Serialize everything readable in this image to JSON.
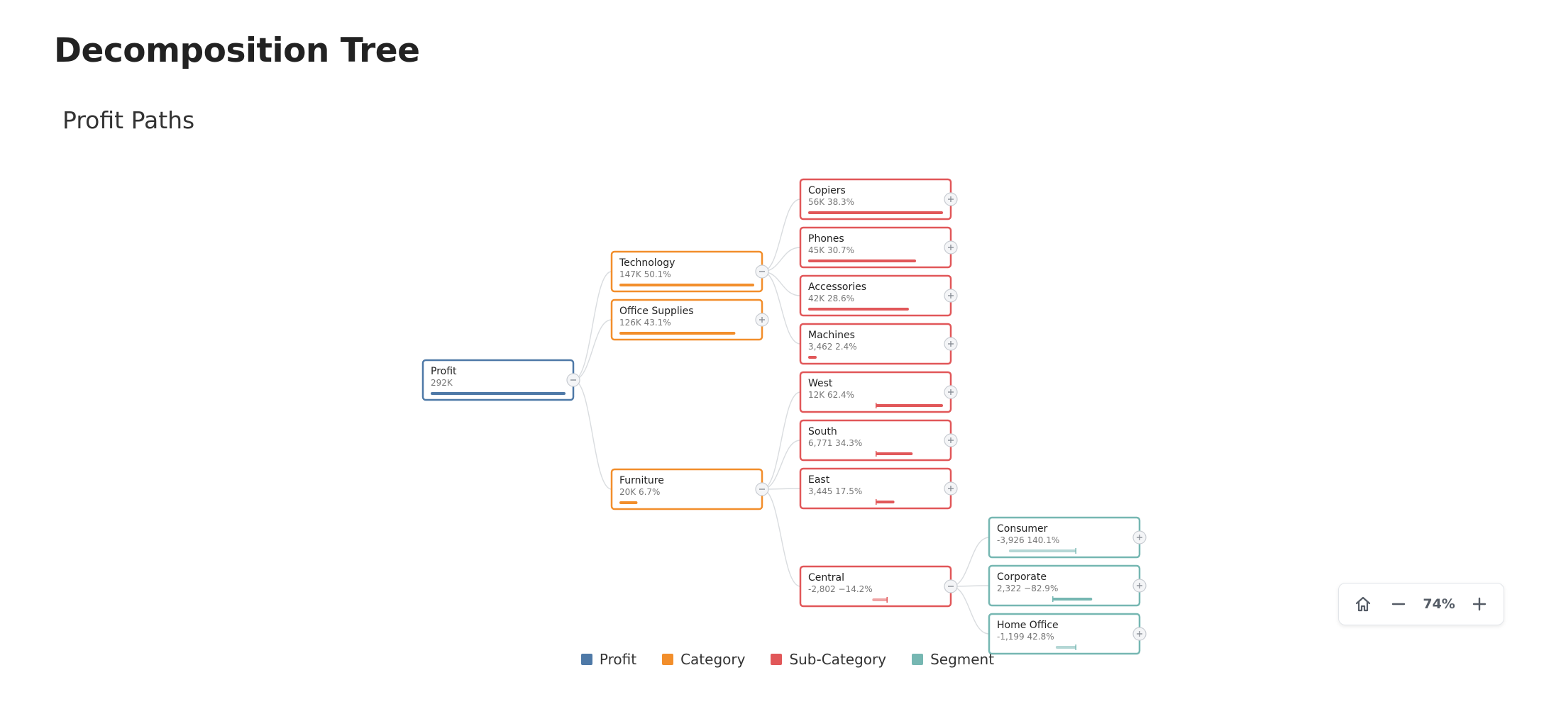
{
  "header": {
    "title": "Decomposition Tree",
    "subtitle": "Profit Paths"
  },
  "legend": [
    {
      "label": "Profit",
      "color": "#4e79a7"
    },
    {
      "label": "Category",
      "color": "#f28e2b"
    },
    {
      "label": "Sub-Category",
      "color": "#e15759"
    },
    {
      "label": "Segment",
      "color": "#76b7b2"
    }
  ],
  "zoom": {
    "level": "74%",
    "home_icon": "home-icon",
    "minus_icon": "minus-icon",
    "plus_icon": "plus-icon"
  },
  "tree": {
    "nodes": [
      {
        "id": "profit",
        "label": "Profit",
        "value": "292K",
        "level": "Profit",
        "fraction": 1.0,
        "align": "left",
        "toggle": "expanded",
        "parent": null
      },
      {
        "id": "technology",
        "label": "Technology",
        "value": "147K 50.1%",
        "level": "Category",
        "fraction": 1.0,
        "align": "left",
        "toggle": "expanded",
        "parent": "profit"
      },
      {
        "id": "office_supplies",
        "label": "Office Supplies",
        "value": "126K 43.1%",
        "level": "Category",
        "fraction": 0.86,
        "align": "left",
        "toggle": "collapsed",
        "parent": "profit"
      },
      {
        "id": "furniture",
        "label": "Furniture",
        "value": "20K 6.7%",
        "level": "Category",
        "fraction": 0.134,
        "align": "left",
        "toggle": "expanded",
        "parent": "profit"
      },
      {
        "id": "copiers",
        "label": "Copiers",
        "value": "56K 38.3%",
        "level": "Sub-Category",
        "fraction": 1.0,
        "align": "left",
        "toggle": "collapsed",
        "parent": "technology"
      },
      {
        "id": "phones",
        "label": "Phones",
        "value": "45K 30.7%",
        "level": "Sub-Category",
        "fraction": 0.8,
        "align": "left",
        "toggle": "collapsed",
        "parent": "technology"
      },
      {
        "id": "accessories",
        "label": "Accessories",
        "value": "42K 28.6%",
        "level": "Sub-Category",
        "fraction": 0.747,
        "align": "left",
        "toggle": "collapsed",
        "parent": "technology"
      },
      {
        "id": "machines",
        "label": "Machines",
        "value": "3,462 2.4%",
        "level": "Sub-Category",
        "fraction": 0.063,
        "align": "left",
        "toggle": "collapsed",
        "parent": "technology"
      },
      {
        "id": "west",
        "label": "West",
        "value": "12K 62.4%",
        "level": "Sub-Category",
        "fraction": 0.5,
        "align": "right",
        "toggle": "collapsed",
        "parent": "furniture"
      },
      {
        "id": "south",
        "label": "South",
        "value": "6,771 34.3%",
        "level": "Sub-Category",
        "fraction": 0.275,
        "align": "right",
        "toggle": "collapsed",
        "parent": "furniture"
      },
      {
        "id": "east",
        "label": "East",
        "value": "3,445 17.5%",
        "level": "Sub-Category",
        "fraction": 0.14,
        "align": "right",
        "toggle": "collapsed",
        "parent": "furniture"
      },
      {
        "id": "central",
        "label": "Central",
        "value": "-2,802 −14.2%",
        "level": "Sub-Category",
        "fraction": 0.114,
        "align": "right",
        "negative": true,
        "toggle": "expanded",
        "parent": "furniture"
      },
      {
        "id": "consumer",
        "label": "Consumer",
        "value": "-3,926 140.1%",
        "level": "Segment",
        "fraction": 0.5,
        "align": "right",
        "negative": true,
        "toggle": "collapsed",
        "parent": "central"
      },
      {
        "id": "corporate",
        "label": "Corporate",
        "value": "2,322 −82.9%",
        "level": "Segment",
        "fraction": 0.296,
        "align": "right",
        "toggle": "collapsed",
        "parent": "central"
      },
      {
        "id": "home_office",
        "label": "Home Office",
        "value": "-1,199 42.8%",
        "level": "Segment",
        "fraction": 0.153,
        "align": "right",
        "negative": true,
        "toggle": "collapsed",
        "parent": "central"
      }
    ]
  }
}
